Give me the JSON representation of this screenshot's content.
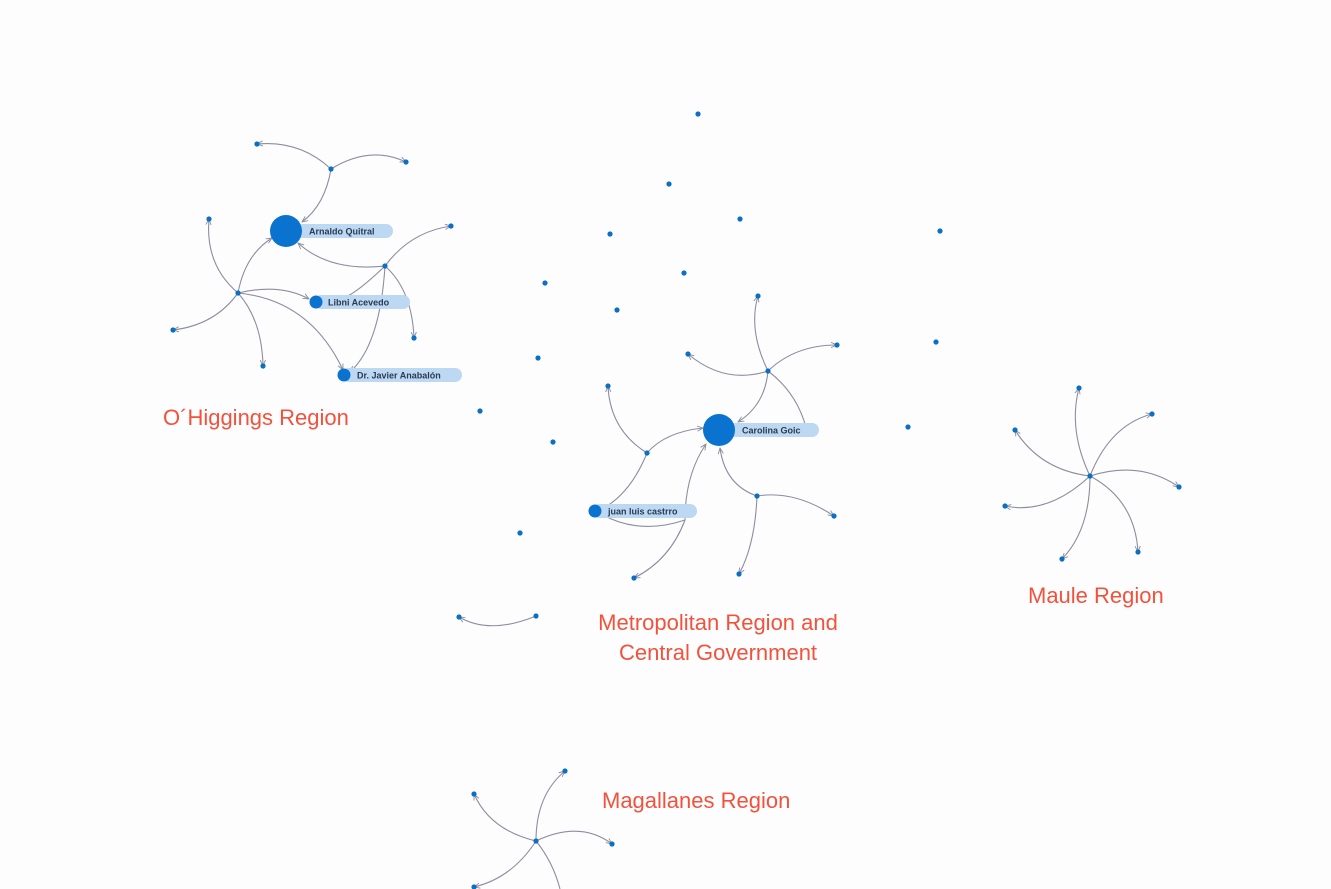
{
  "regions": {
    "ohiggins": "O´Higgings Region",
    "metro_line1": "Metropolitan Region and",
    "metro_line2": "Central Government",
    "maule": "Maule Region",
    "magallanes": "Magallanes Region"
  },
  "people": {
    "arnaldo": "Arnaldo Quitral",
    "libni": "Libni Acevedo",
    "javier": "Dr. Javier Anabalón",
    "carolina": "Carolina Goic",
    "juan": "juan luis castrro"
  },
  "colors": {
    "node": "#0b6fc4",
    "label_pill": "#bcd8f2",
    "region_text": "#f2523c",
    "edge": "#8c8ea0"
  }
}
